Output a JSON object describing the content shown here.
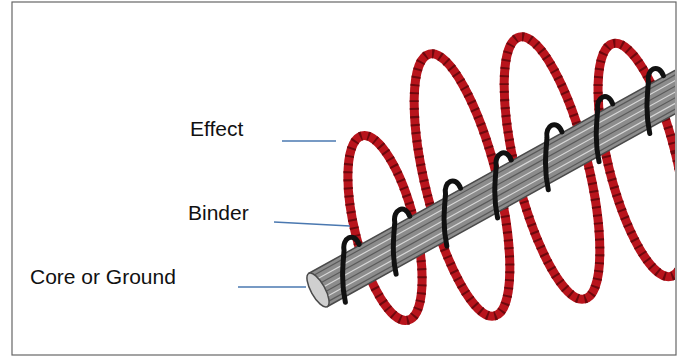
{
  "diagram": {
    "labels": [
      "Effect",
      "Binder",
      "Core or Ground"
    ]
  }
}
